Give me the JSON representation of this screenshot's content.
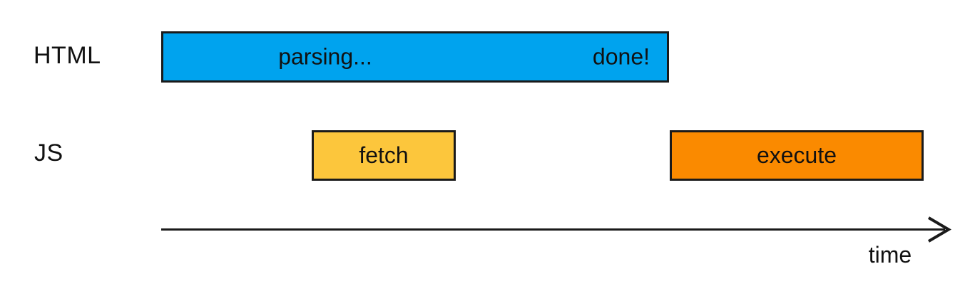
{
  "colors": {
    "parsing_bar": "#00A3EE",
    "fetch_bar": "#FCC63C",
    "execute_bar": "#FA8A00",
    "ink": "#1a1a1a",
    "background": "#ffffff"
  },
  "rows": {
    "html": {
      "label": "HTML",
      "parsing_label": "parsing...",
      "done_label": "done!"
    },
    "js": {
      "label": "JS",
      "fetch_label": "fetch",
      "execute_label": "execute"
    }
  },
  "axis": {
    "label": "time"
  }
}
